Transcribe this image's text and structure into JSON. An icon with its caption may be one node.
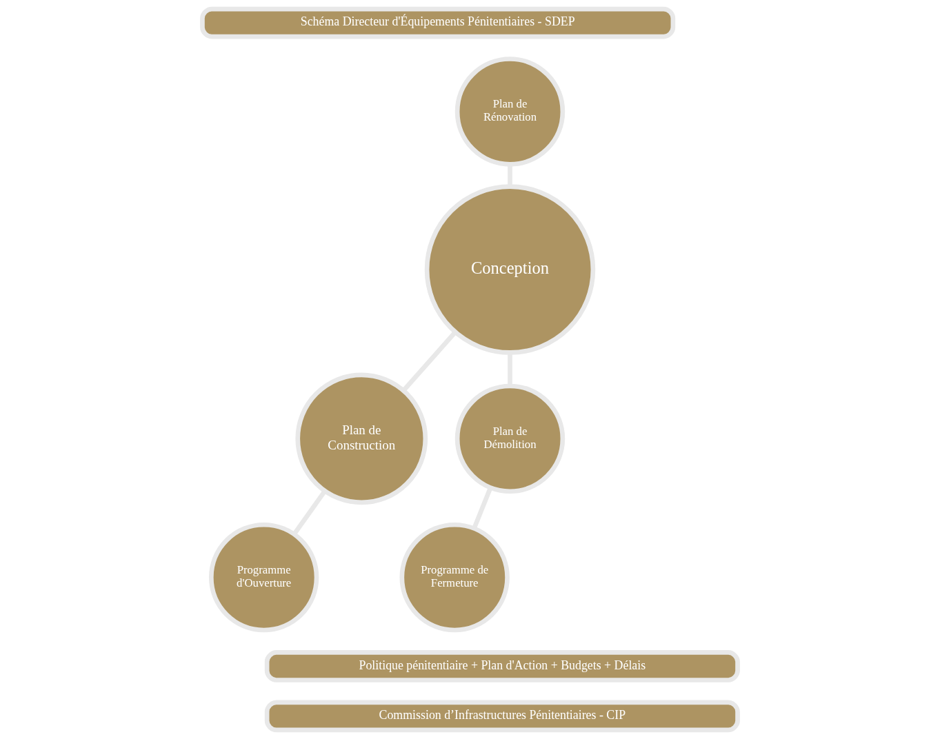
{
  "diagram": {
    "nodes": [
      {
        "text": [
          "Schéma Directeur d'Équipements Pénitentiaires - SDEP"
        ]
      },
      {
        "text": [
          "Plan de Construction"
        ]
      },
      {
        "text": [
          "Programme d'Ouverture"
        ]
      },
      {
        "text": [
          "Plan de Rénovation"
        ]
      },
      {
        "text": [
          "Conception"
        ]
      },
      {
        "text": [
          "Plan de Démolition"
        ]
      },
      {
        "text": [
          "Programme de Fermeture"
        ]
      },
      {
        "text": [
          "Politique pénitentiaire + Plan d'Action + Budgets + Délais"
        ]
      },
      {
        "text": [
          "Commission d’Infrastructures Pénitentiaires - CIP"
        ]
      }
    ],
    "edges": [
      {
        "from": 3,
        "to": 4,
        "arrow": "none"
      },
      {
        "from": 4,
        "to": 1,
        "arrow": "none"
      },
      {
        "from": 1,
        "to": 2,
        "arrow": "none"
      },
      {
        "from": 4,
        "to": 5,
        "arrow": "none"
      },
      {
        "from": 5,
        "to": 6,
        "arrow": "none"
      }
    ]
  }
}
